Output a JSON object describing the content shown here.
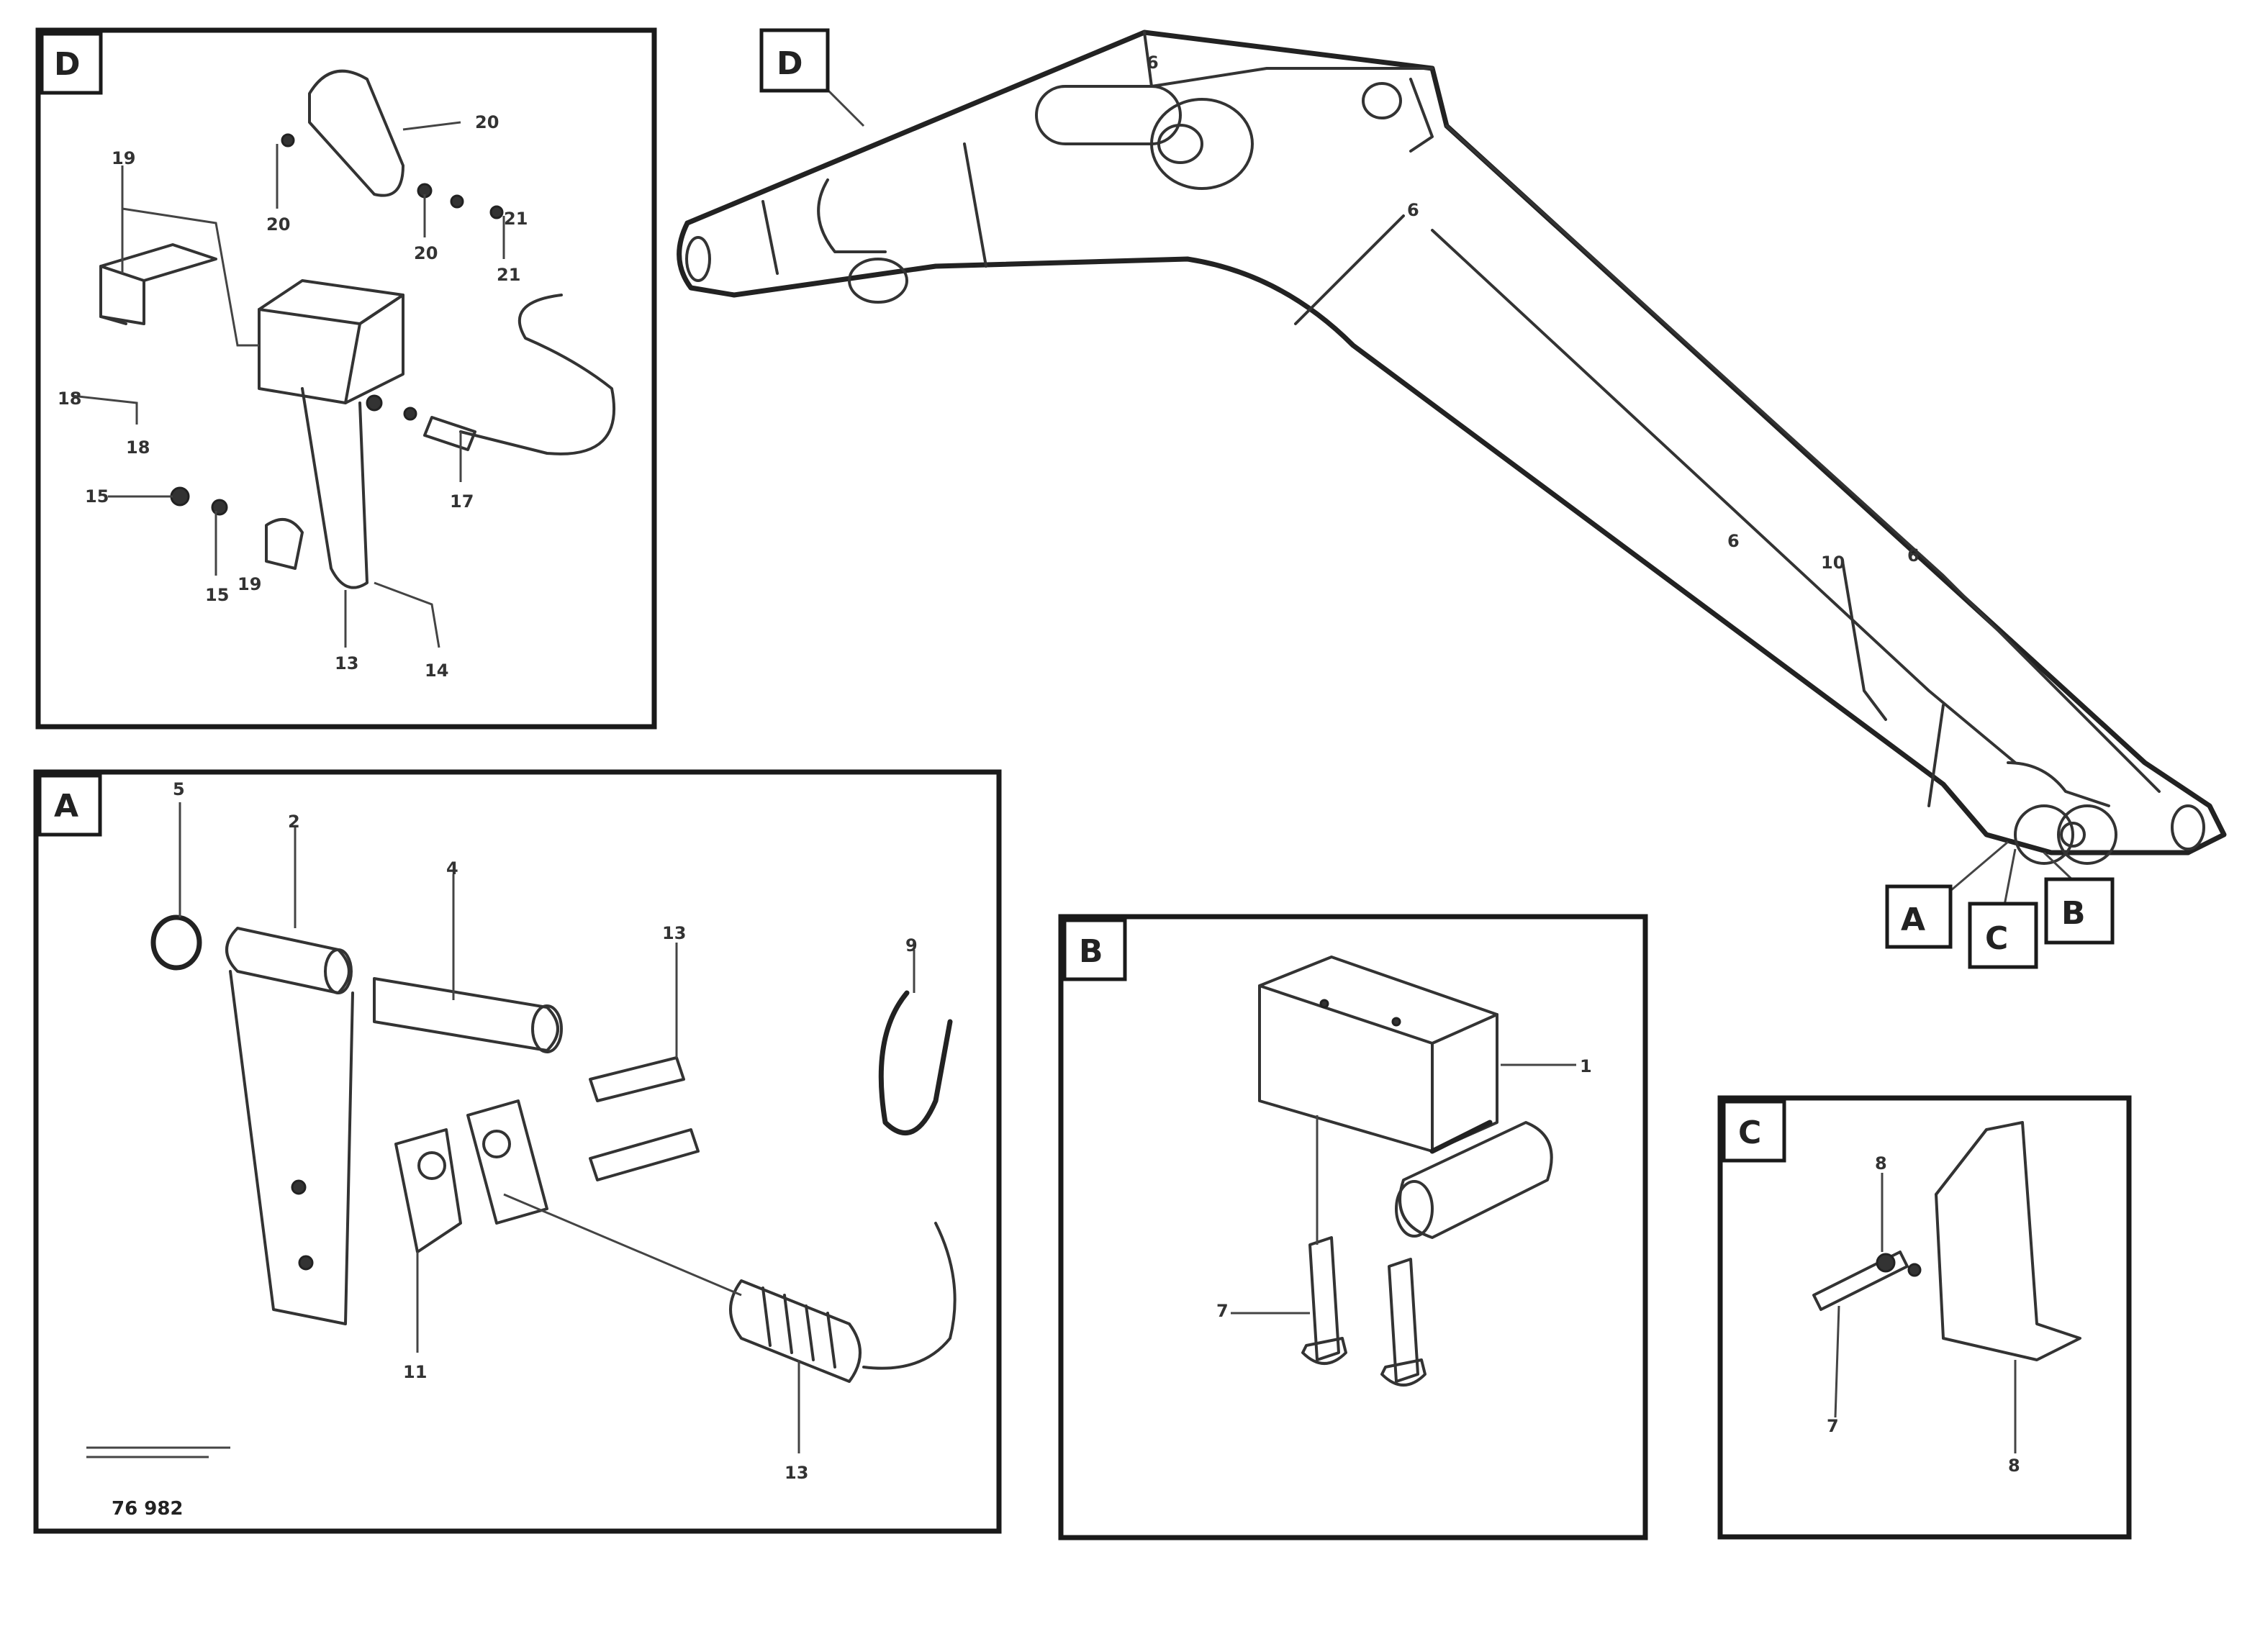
{
  "panels": {
    "D": {
      "label": "D"
    },
    "A": {
      "label": "A"
    },
    "B": {
      "label": "B"
    },
    "C": {
      "label": "C"
    }
  },
  "boom_tags": {
    "D": "D",
    "A": "A",
    "C": "C",
    "B": "B"
  },
  "callouts": {
    "panel_d": [
      "20",
      "20",
      "19",
      "18",
      "18",
      "20",
      "21",
      "21",
      "17",
      "15",
      "15",
      "19",
      "13",
      "14"
    ],
    "panel_a": [
      "5",
      "2",
      "4",
      "13",
      "9",
      "11",
      "13"
    ],
    "panel_b": [
      "1",
      "7"
    ],
    "panel_c": [
      "8",
      "7",
      "8"
    ],
    "boom": [
      "6",
      "6",
      "6",
      "10",
      "6"
    ]
  },
  "figure_number": "76 982"
}
